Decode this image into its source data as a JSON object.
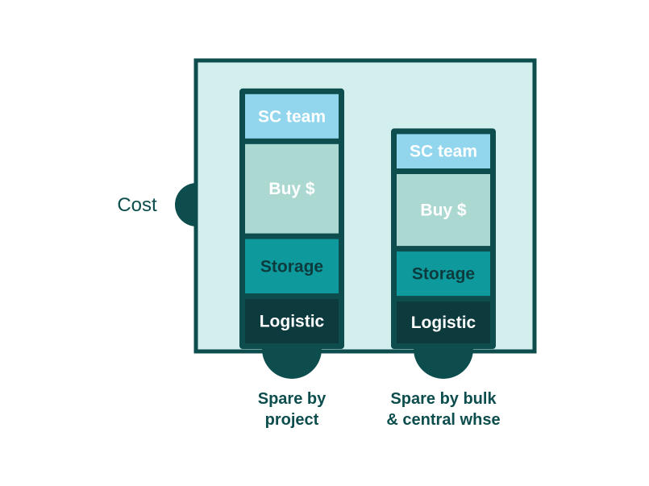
{
  "chart_data": {
    "type": "bar",
    "stacked": true,
    "title": "",
    "xlabel": "",
    "ylabel": "Cost",
    "legend": "none",
    "grid": false,
    "categories": [
      [
        "Spare by",
        "project"
      ],
      [
        "Spare by bulk",
        "& central whse"
      ]
    ],
    "series": [
      {
        "name": "Logistic",
        "values": [
          1.0,
          0.95
        ],
        "color": "#0d3a3d",
        "text_color": "#ffffff"
      },
      {
        "name": "Storage",
        "values": [
          1.2,
          1.0
        ],
        "color": "#0e9a9c",
        "text_color": "#0d3a3d"
      },
      {
        "name": "Buy $",
        "values": [
          1.9,
          1.55
        ],
        "color": "#acd8d2",
        "text_color": "#ffffff"
      },
      {
        "name": "SC team",
        "values": [
          1.0,
          0.8
        ],
        "color": "#92d6ee",
        "text_color": "#ffffff"
      }
    ],
    "colors": {
      "frame": "#0d4d4d",
      "frame_fill": "#d2efee",
      "bar_border": "#0d4d4d"
    }
  }
}
